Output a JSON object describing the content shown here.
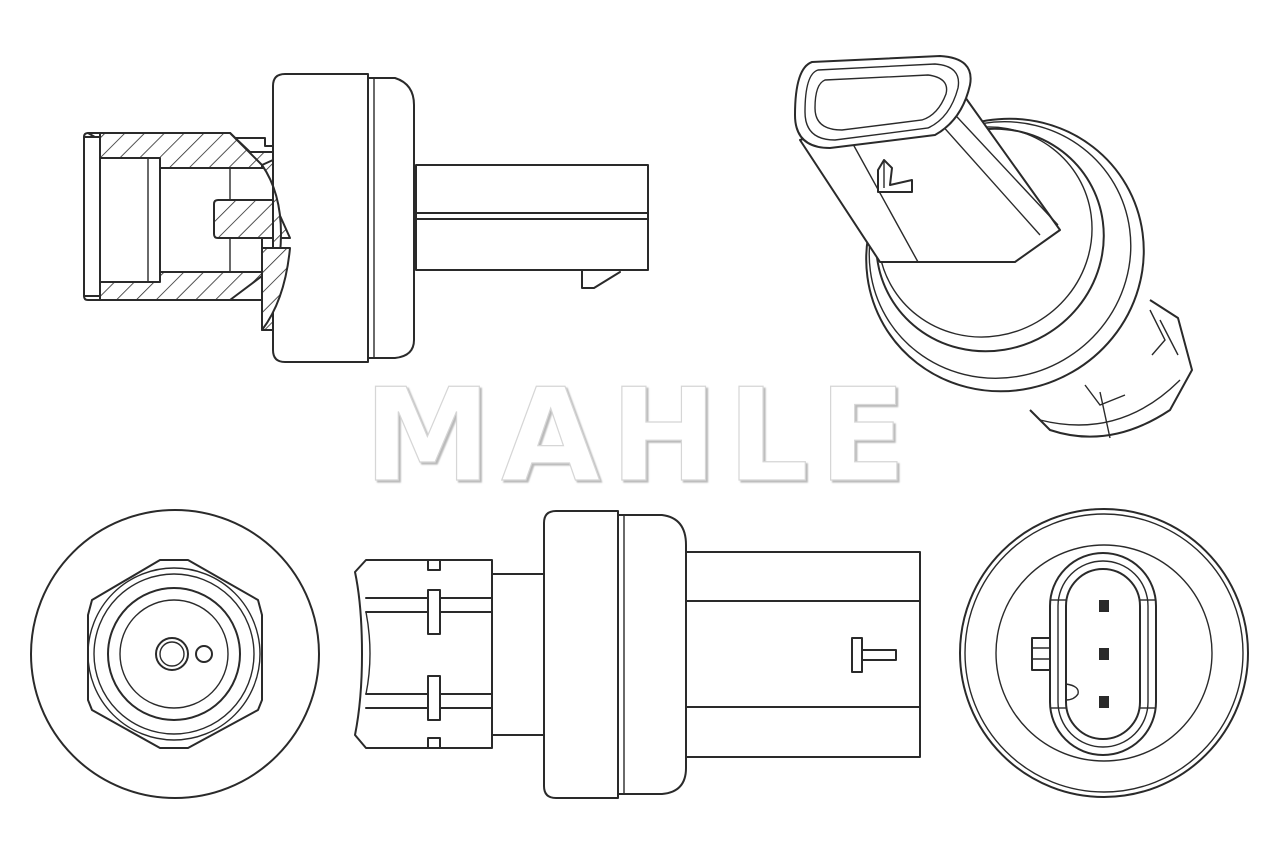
{
  "diagram": {
    "type": "technical-line-drawing",
    "subject": "A/C pressure switch",
    "background": "#ffffff",
    "line_color": "#2a2a2a",
    "watermark": {
      "text": "MAHLE",
      "style": "white-outlined-with-grey-shadow",
      "color": "#ffffff",
      "shadow_color": "#c8c8c8"
    },
    "views": [
      {
        "id": "side-section",
        "label": "Side view, partial cross-section (hatched threaded port)",
        "position": "top-left"
      },
      {
        "id": "isometric",
        "label": "Isometric view with oval 3-pin connector",
        "position": "top-right"
      },
      {
        "id": "bottom-end",
        "label": "End view - hex port with orifice",
        "position": "bottom-left"
      },
      {
        "id": "side-elevation",
        "label": "Side elevation",
        "position": "bottom-center"
      },
      {
        "id": "top-end",
        "label": "End view - connector face with 3 pins",
        "position": "bottom-right"
      }
    ],
    "connector": {
      "pin_count": 3,
      "shape": "oval"
    }
  }
}
